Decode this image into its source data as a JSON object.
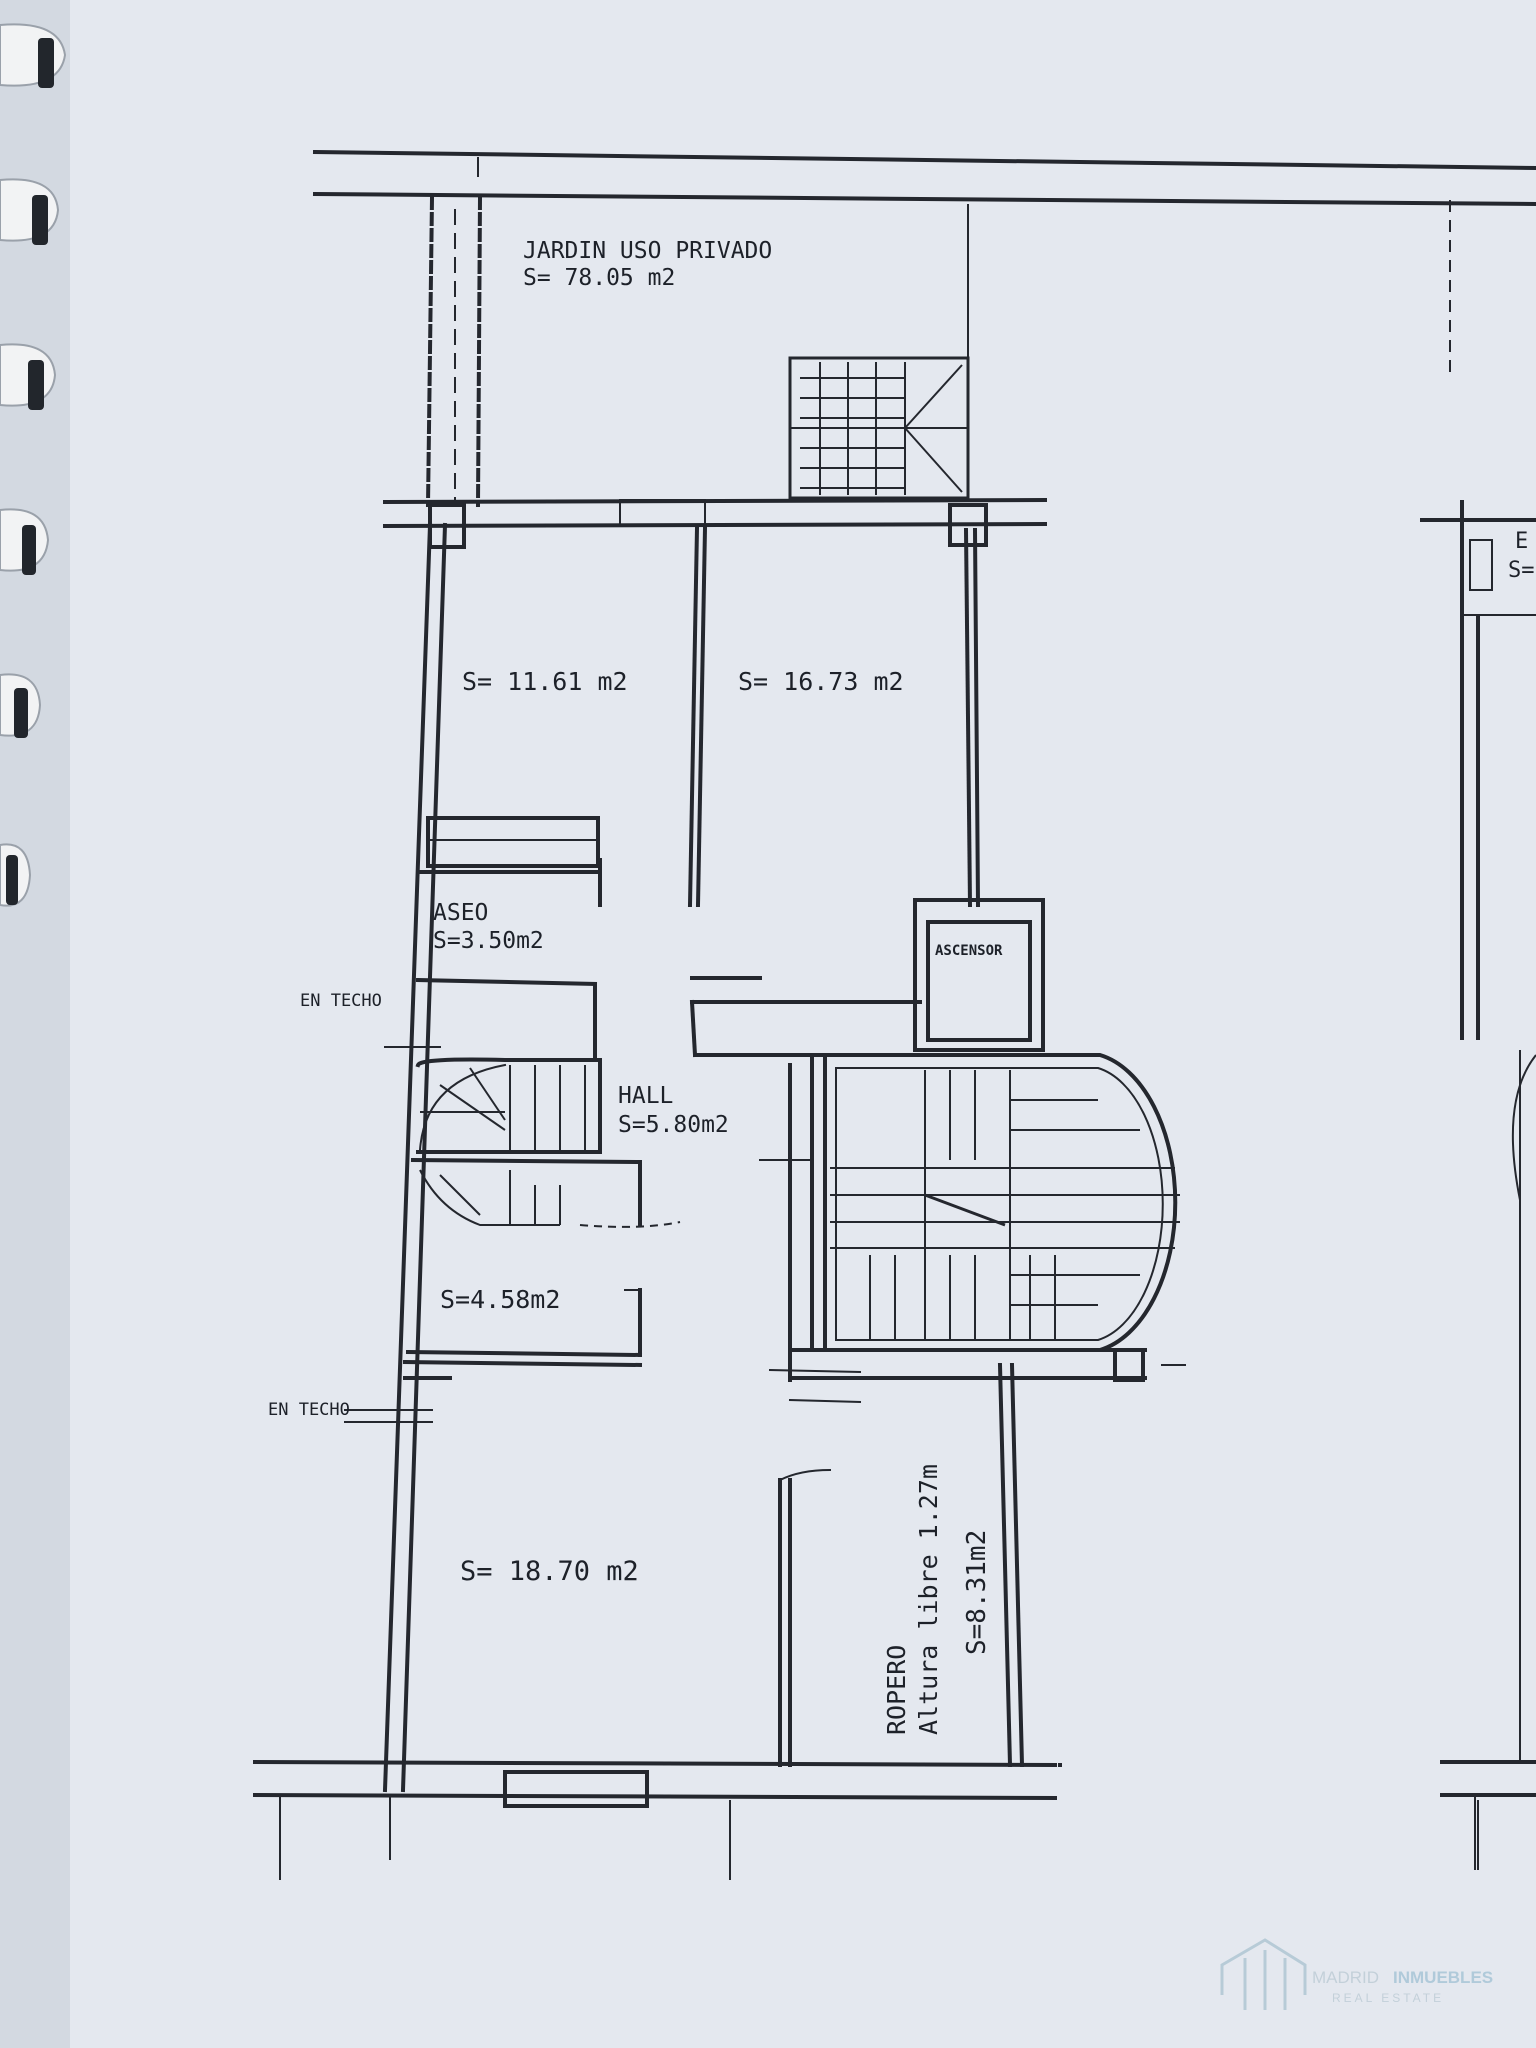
{
  "colors": {
    "paper": "#e4e8ef",
    "ink": "#24272e",
    "binding": "#f2f3f4",
    "watermark": "#a9c2cf"
  },
  "plan": {
    "garden_title": "JARDIN USO PRIVADO",
    "garden_area": "S= 78.05 m2",
    "room_a_area": "S= 11.61 m2",
    "room_b_area": "S= 16.73 m2",
    "aseo_name": "ASEO",
    "aseo_area": "S=3.50m2",
    "ascensor": "ASCENSOR",
    "en_techo_1": "EN TECHO",
    "en_techo_2": "EN TECHO",
    "hall_name": "HALL",
    "hall_area": "S=5.80m2",
    "room_c_area": "S=4.58m2",
    "room_d_area": "S= 18.70 m2",
    "ropero_name": "ROPERO",
    "ropero_height": "Altura libre 1.27m",
    "ropero_area": "S=8.31m2",
    "right_fragment_1": "E",
    "right_fragment_2": "S="
  },
  "watermark": {
    "brand_a": "MADRID",
    "brand_b": "INMUEBLES",
    "sub": "REAL ESTATE"
  }
}
